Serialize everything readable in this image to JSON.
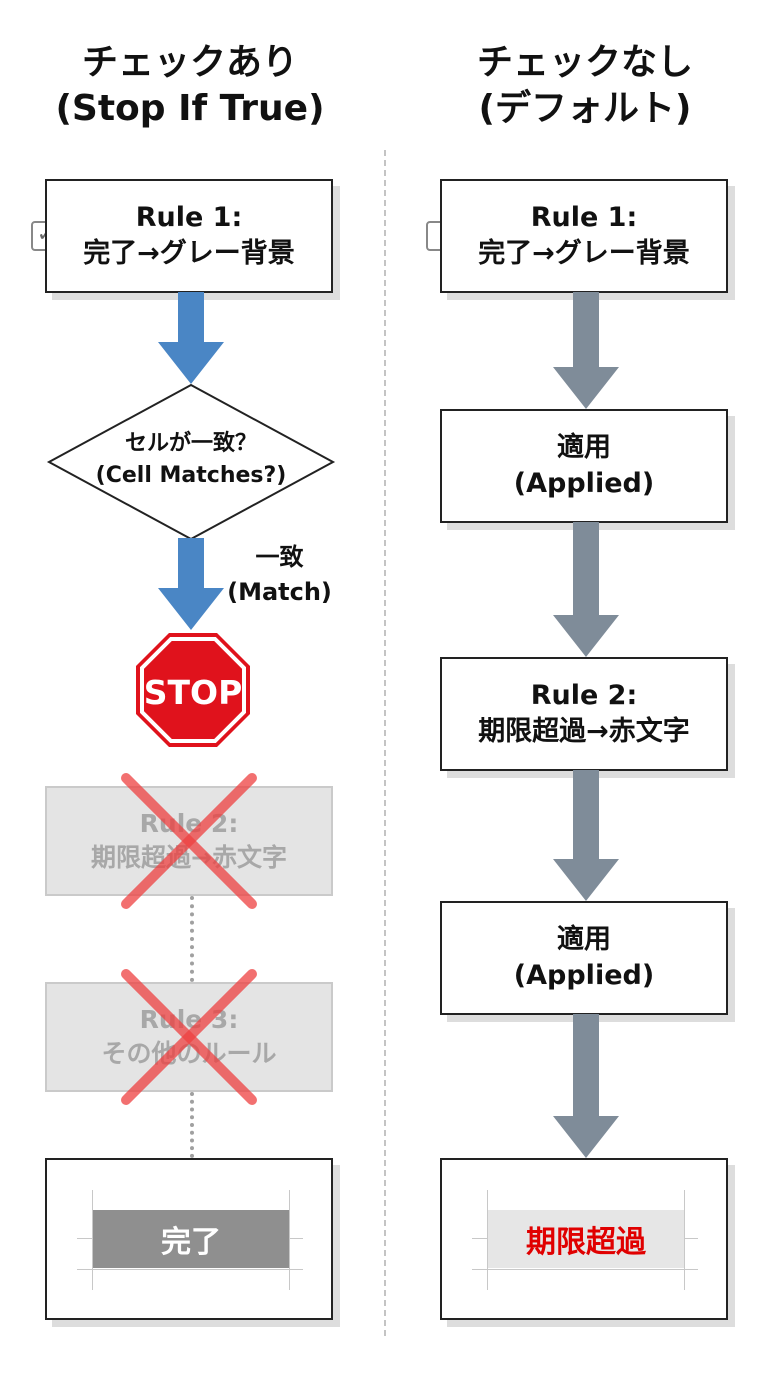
{
  "left": {
    "title_line1": "チェックあり",
    "title_line2": "(Stop If True)",
    "checkbox_mark": "✓",
    "rule1_line1": "Rule 1:",
    "rule1_line2": "完了→グレー背景",
    "decision_line1": "セルが一致？",
    "decision_line2": "(Cell Matches?)",
    "match_line1": "一致",
    "match_line2": "(Match)",
    "stop_label": "STOP",
    "rule2_line1": "Rule 2:",
    "rule2_line2": "期限超過→赤文字",
    "rule3_line1": "Rule 3:",
    "rule3_line2": "その他のルール",
    "result_cell": "完了"
  },
  "right": {
    "title_line1": "チェックなし",
    "title_line2": "(デフォルト)",
    "rule1_line1": "Rule 1:",
    "rule1_line2": "完了→グレー背景",
    "applied1_line1": "適用",
    "applied1_line2": "(Applied)",
    "rule2_line1": "Rule 2:",
    "rule2_line2": "期限超過→赤文字",
    "applied2_line1": "適用",
    "applied2_line2": "(Applied)",
    "result_cell": "期限超過"
  },
  "colors": {
    "blue_arrow": "#4a86c5",
    "gray_arrow": "#7f8c99",
    "stop_red": "#e0121c",
    "cross_red": "#ee4040",
    "result_dark_gray": "#8f8f8f",
    "result_light_gray": "#e6e6e6",
    "overdue_text": "#e00000"
  }
}
